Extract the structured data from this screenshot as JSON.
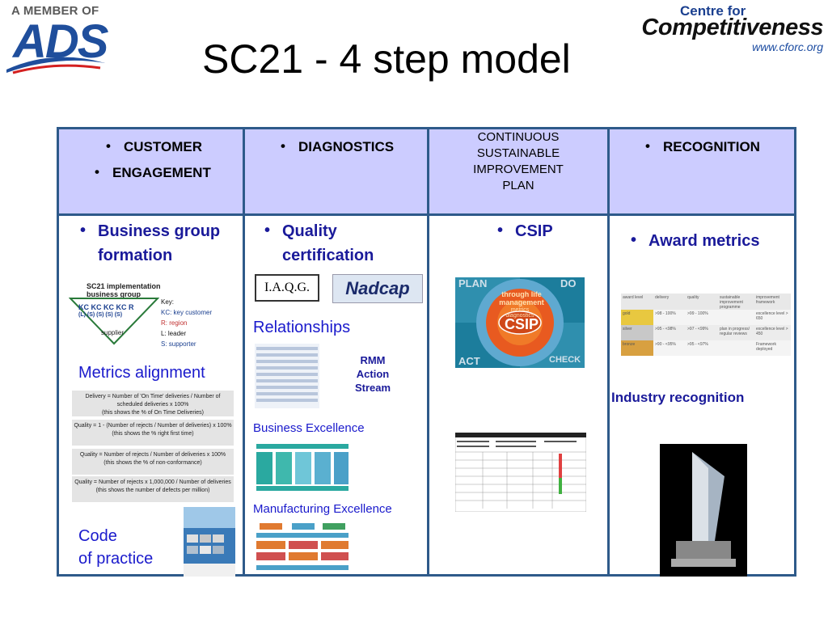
{
  "header": {
    "ads_tag": "A MEMBER OF",
    "ads_word": "ADS",
    "cfc_small": "Centre for",
    "cfc_big": "Competitiveness",
    "cfc_url": "www.cforc.org",
    "title": "SC21 -  4 step model"
  },
  "columns": {
    "c1": {
      "header_items": [
        "CUSTOMER",
        "ENGAGEMENT"
      ],
      "body_title": "Business group formation",
      "body_title_l1": "Business group",
      "body_title_l2": "formation",
      "diagram_title_l1": "SC21 implementation",
      "diagram_title_l2": "business group",
      "diagram_top": "KC KC KC KC R",
      "diagram_mid": "(L)  (S)  (S)  (S)  (S)",
      "diagram_bottom": "supplier",
      "key_title": "Key:",
      "key_kc": "KC: key customer",
      "key_r": "R: region",
      "key_l": "L: leader",
      "key_s": "S: supporter",
      "metrics_label": "Metrics alignment",
      "formulas": [
        "Delivery = Number of 'On Time' deliveries / Number of scheduled deliveries x 100%",
        "(this shows the % of On Time Deliveries)",
        "Quality = 1 - (Number of rejects / Number of deliveries) x 100%",
        "(this shows the % right first time)",
        "Quality = Number of rejects / Number of deliveries x 100%",
        "(this shows the % of non-conformance)",
        "Quality = Number of rejects x 1,000,000 / Number of deliveries",
        "(this shows the number of defects per million)"
      ],
      "code_l1": "Code",
      "code_l2": "of practice"
    },
    "c2": {
      "header_items": [
        "DIAGNOSTICS"
      ],
      "body_title_l1": "Quality",
      "body_title_l2": "certification",
      "iaqg": "I.A.Q.G.",
      "nadcap": "Nadcap",
      "relationships": "Relationships",
      "rmm_l1": "RMM",
      "rmm_l2": "Action",
      "rmm_l3": "Stream",
      "business_excellence": "Business Excellence",
      "manufacturing_excellence": "Manufacturing Excellence"
    },
    "c3": {
      "header_l1": "CONTINUOUS",
      "header_l2": "SUSTAINABLE",
      "header_l3": "IMPROVEMENT",
      "header_l4": "PLAN",
      "body_title": "CSIP",
      "csip_plan": "PLAN",
      "csip_do": "DO",
      "csip_act": "ACT",
      "csip_check": "CHECK",
      "csip_center": "CSIP",
      "csip_ring": "through life management",
      "csip_inner": "metrics diagnostics"
    },
    "c4": {
      "header_items": [
        "RECOGNITION"
      ],
      "body_title": "Award metrics",
      "table_headers": [
        "award level",
        "delivery",
        "quality",
        "sustainable improvement programme",
        "improvement framework"
      ],
      "table_rows": [
        [
          "gold",
          ">98 - 100%",
          ">99 - 100%",
          "",
          "excellence level > 650"
        ],
        [
          "silver",
          ">95 - <98%",
          ">97 - <99%",
          "plan in progress/ regular reviews",
          "excellence level > 450"
        ],
        [
          "bronze",
          ">90 - <95%",
          ">95 - <97%",
          "",
          "Framework deployed"
        ]
      ],
      "industry": "Industry recognition"
    }
  },
  "colors": {
    "header_bg": "#ccccff",
    "border": "#2e5a8a",
    "text_blue": "#1a1a9a"
  }
}
